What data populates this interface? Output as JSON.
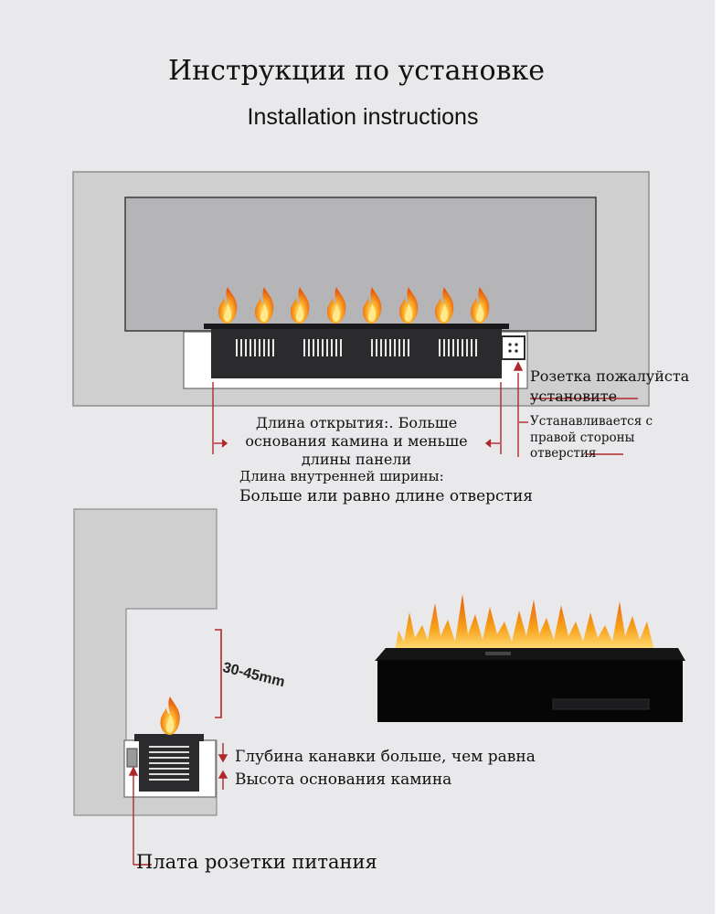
{
  "title_ru": "Инструкции по установке",
  "title_en": "Installation instructions",
  "top": {
    "socket_label_1": "Розетка пожалуйста",
    "socket_label_2": "установите",
    "right_side_1": "Устанавливается с",
    "right_side_2": "правой стороны",
    "right_side_3": "отверстия",
    "opening_1": "Длина открытия:. Больше",
    "opening_2": "основания камина и меньше",
    "opening_3": "длины панели",
    "inner_1": "Длина внутренней ширины:",
    "inner_2": "Больше или равно длине отверстия"
  },
  "bottom": {
    "gap_label": "30-45mm",
    "depth_1": "Глубина канавки больше, чем равна",
    "depth_2": "Высота основания камина",
    "power_board": "Плата розетки питания"
  },
  "colors": {
    "background": "#e9e8ea",
    "wall": "#cfcfd0",
    "unit": "#2b2b2d",
    "flame": "#f28a14",
    "arrow": "#b0282a"
  },
  "icons": [
    "flame-icon",
    "socket-icon",
    "vent-icon",
    "arrow-icon"
  ]
}
